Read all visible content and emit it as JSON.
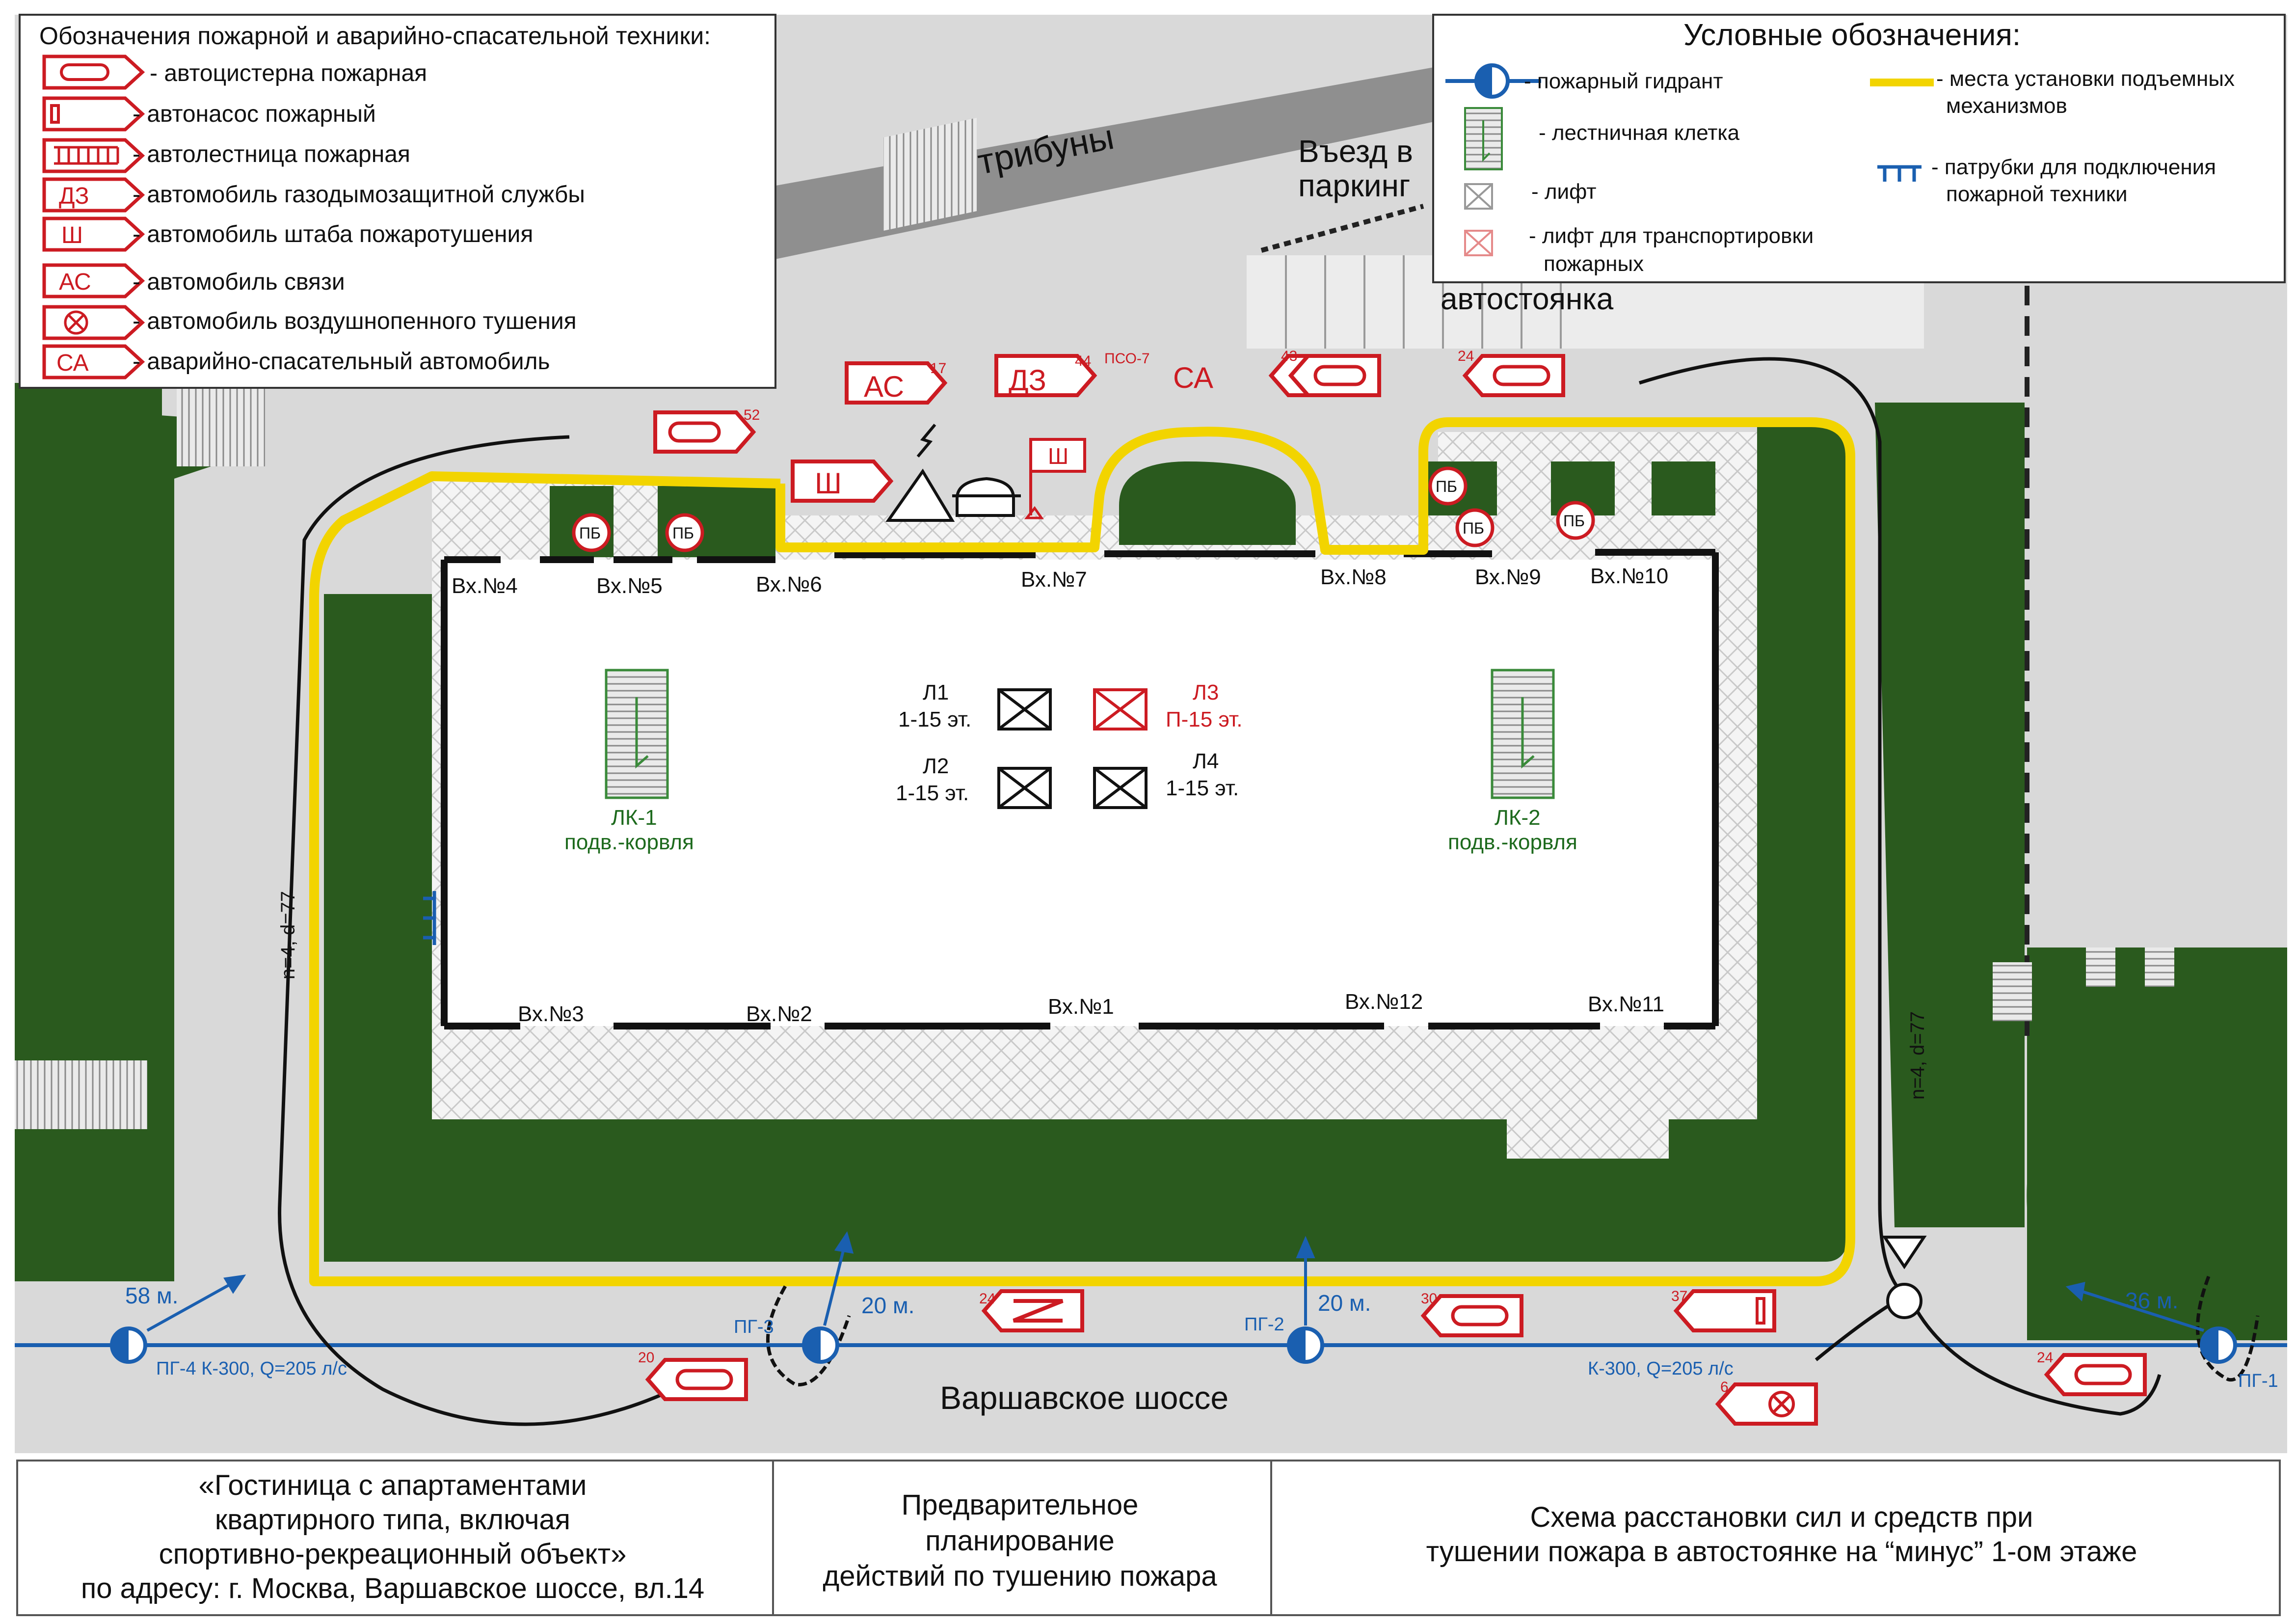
{
  "legend_vehicles": {
    "title": "Обозначения пожарной и аварийно-спасательной техники:",
    "items": [
      {
        "icon": "tanker-truck",
        "label": "- автоцистерна пожарная"
      },
      {
        "icon": "pump-truck",
        "label": "- автонасос пожарный"
      },
      {
        "icon": "ladder-truck",
        "label": "- автолестница пожарная"
      },
      {
        "icon": "gas-smoke-truck",
        "code": "ДЗ",
        "label": "- автомобиль газодымозащитной службы"
      },
      {
        "icon": "hq-truck",
        "code": "Ш",
        "label": "- автомобиль штаба пожаротушения"
      },
      {
        "icon": "comm-truck",
        "code": "АС",
        "label": "- автомобиль связи"
      },
      {
        "icon": "foam-truck",
        "label": "- автомобиль воздушнопенного тушения"
      },
      {
        "icon": "rescue-truck",
        "code": "СА",
        "label": "- аварийно-спасательный автомобиль"
      }
    ]
  },
  "legend_symbols": {
    "title": "Условные обозначения:",
    "hydrant": "- пожарный гидрант",
    "stair_line1": "- лестничная клетка",
    "lift": "- лифт",
    "fire_lift_l1": "- лифт для транспортировки",
    "fire_lift_l2": "пожарных",
    "lifting_l1": "- места установки подъемных",
    "lifting_l2": "механизмов",
    "pipes_l1": "- патрубки для подключения",
    "pipes_l2": "пожарной техники"
  },
  "map": {
    "tribunes": "трибуны",
    "entry_l1": "Въезд в",
    "entry_l2": "паркинг",
    "parking": "автостоянка",
    "road": "Варшавское шоссе",
    "entrances_top": [
      "Вх.№4",
      "Вх.№5",
      "Вх.№6",
      "Вх.№7",
      "Вх.№8",
      "Вх.№9",
      "Вх.№10"
    ],
    "entrances_bottom": [
      "Вх.№3",
      "Вх.№2",
      "Вх.№1",
      "Вх.№12",
      "Вх.№11"
    ],
    "l1_name": "Л1",
    "l1_floors": "1-15 эт.",
    "l2_name": "Л2",
    "l2_floors": "1-15 эт.",
    "l3_name": "Л3",
    "l3_floors": "П-15 эт.",
    "l4_name": "Л4",
    "l4_floors": "1-15 эт.",
    "lk1_name": "ЛК-1",
    "lk1_sub": "подв.-корвля",
    "lk2_name": "ЛК-2",
    "lk2_sub": "подв.-корвля",
    "pb": "ПБ",
    "hose_left": "n=4, d=77",
    "hose_right": "n=4, d=77",
    "dist_58": "58 м.",
    "dist_20a": "20 м.",
    "dist_20b": "20 м.",
    "dist_36": "36 м.",
    "pg1": "ПГ-1",
    "pg2": "ПГ-2",
    "pg3": "ПГ-3",
    "pg4_main": "ПГ-4 К-300, Q=205 л/с",
    "main_right": "К-300, Q=205 л/с",
    "veh_ac": "АС",
    "veh_dz": "ДЗ",
    "veh_sa": "СА",
    "veh_sh": "Ш",
    "n17": "17",
    "n44": "44",
    "pso": "ПСО-7",
    "n43": "43",
    "n24": "24",
    "n52": "52",
    "n20": "20",
    "n30": "30",
    "n37": "37",
    "n6": "6"
  },
  "footer": {
    "object_l1": "«Гостиница с апартаментами",
    "object_l2": "квартирного типа, включая",
    "object_l3": "спортивно-рекреационный объект»",
    "object_l4": "по адресу: г. Москва, Варшавское шоссе, вл.14",
    "mid_l1": "Предварительное",
    "mid_l2": "планирование",
    "mid_l3": "действий по тушению пожара",
    "right_l1": "Схема расстановки сил и средств при",
    "right_l2": "тушении пожара в автостоянке на “минус” 1-ом этаже"
  },
  "colors": {
    "grass": "#2a5a1e",
    "asphalt": "#d8d8d8",
    "fire_red": "#cc1b22",
    "highlight": "#f2d400",
    "water_main": "#1a5fb0",
    "label_green": "#1d6a1d"
  }
}
